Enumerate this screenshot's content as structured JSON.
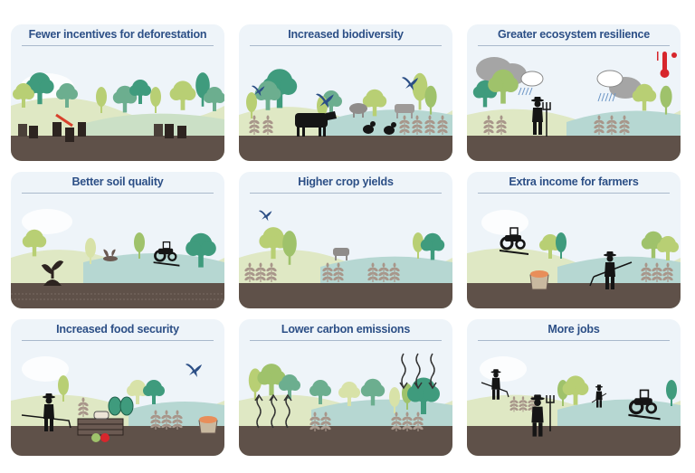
{
  "colors": {
    "title": "#2c4f86",
    "sky": "#eef4f9",
    "hill_light": "#dfe8c4",
    "hill_teal": "#b6d7d2",
    "soil": "#5f5149",
    "tree_dark": "#3f9b7d",
    "tree_mid": "#6cae8f",
    "tree_light": "#b8cf74",
    "crop": "#a8968a",
    "silhouette": "#151515",
    "bird": "#2c4f86",
    "thermometer": "#d7262c"
  },
  "panels": [
    {
      "id": "deforestation",
      "title": "Fewer incentives for deforestation",
      "icons": [
        "trees",
        "tree-stumps",
        "axe"
      ]
    },
    {
      "id": "biodiversity",
      "title": "Increased biodiversity",
      "icons": [
        "trees",
        "birds",
        "cow",
        "sheep",
        "chickens",
        "crops"
      ]
    },
    {
      "id": "resilience",
      "title": "Greater ecosystem resilience",
      "icons": [
        "storm-clouds",
        "rain",
        "thermometer",
        "farmer-with-pitchfork",
        "crops",
        "trees"
      ]
    },
    {
      "id": "soil",
      "title": "Better soil quality",
      "icons": [
        "seedling",
        "sprouts",
        "tractor",
        "trees"
      ]
    },
    {
      "id": "yields",
      "title": "Higher crop yields",
      "icons": [
        "bird",
        "trees",
        "cow",
        "crops"
      ]
    },
    {
      "id": "income",
      "title": "Extra income for farmers",
      "icons": [
        "tractor",
        "fruit-basket",
        "farmer-with-hoe",
        "trees",
        "crops"
      ]
    },
    {
      "id": "food-security",
      "title": "Increased food security",
      "icons": [
        "farmer-with-hoe",
        "produce-crate",
        "apples",
        "crops",
        "fruit-basket",
        "bird",
        "trees"
      ]
    },
    {
      "id": "carbon",
      "title": "Lower carbon emissions",
      "icons": [
        "trees",
        "co2-arrows-up",
        "co2-arrows-down",
        "crops"
      ]
    },
    {
      "id": "jobs",
      "title": "More jobs",
      "icons": [
        "farm-workers",
        "farmer-with-pitchfork",
        "tractor",
        "trees",
        "crops"
      ]
    }
  ]
}
